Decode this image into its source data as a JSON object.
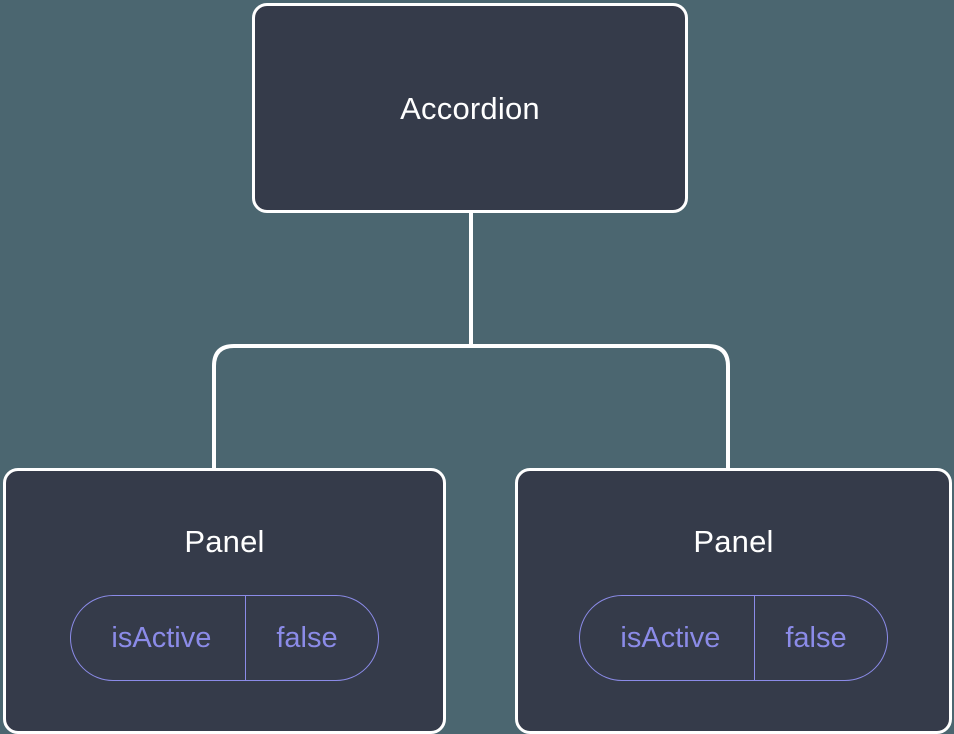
{
  "theme": {
    "background": "#4b6670",
    "node_fill": "#353b4a",
    "node_border": "#ffffff",
    "title_color": "#ffffff",
    "prop_color": "#8b8be8",
    "connector_color": "#ffffff"
  },
  "diagram": {
    "type": "component-tree",
    "root": {
      "name": "accordion-node",
      "title": "Accordion"
    },
    "children": [
      {
        "name": "panel-node-left",
        "title": "Panel",
        "props": [
          {
            "key": "isActive",
            "value": "false"
          }
        ]
      },
      {
        "name": "panel-node-right",
        "title": "Panel",
        "props": [
          {
            "key": "isActive",
            "value": "false"
          }
        ]
      }
    ]
  }
}
